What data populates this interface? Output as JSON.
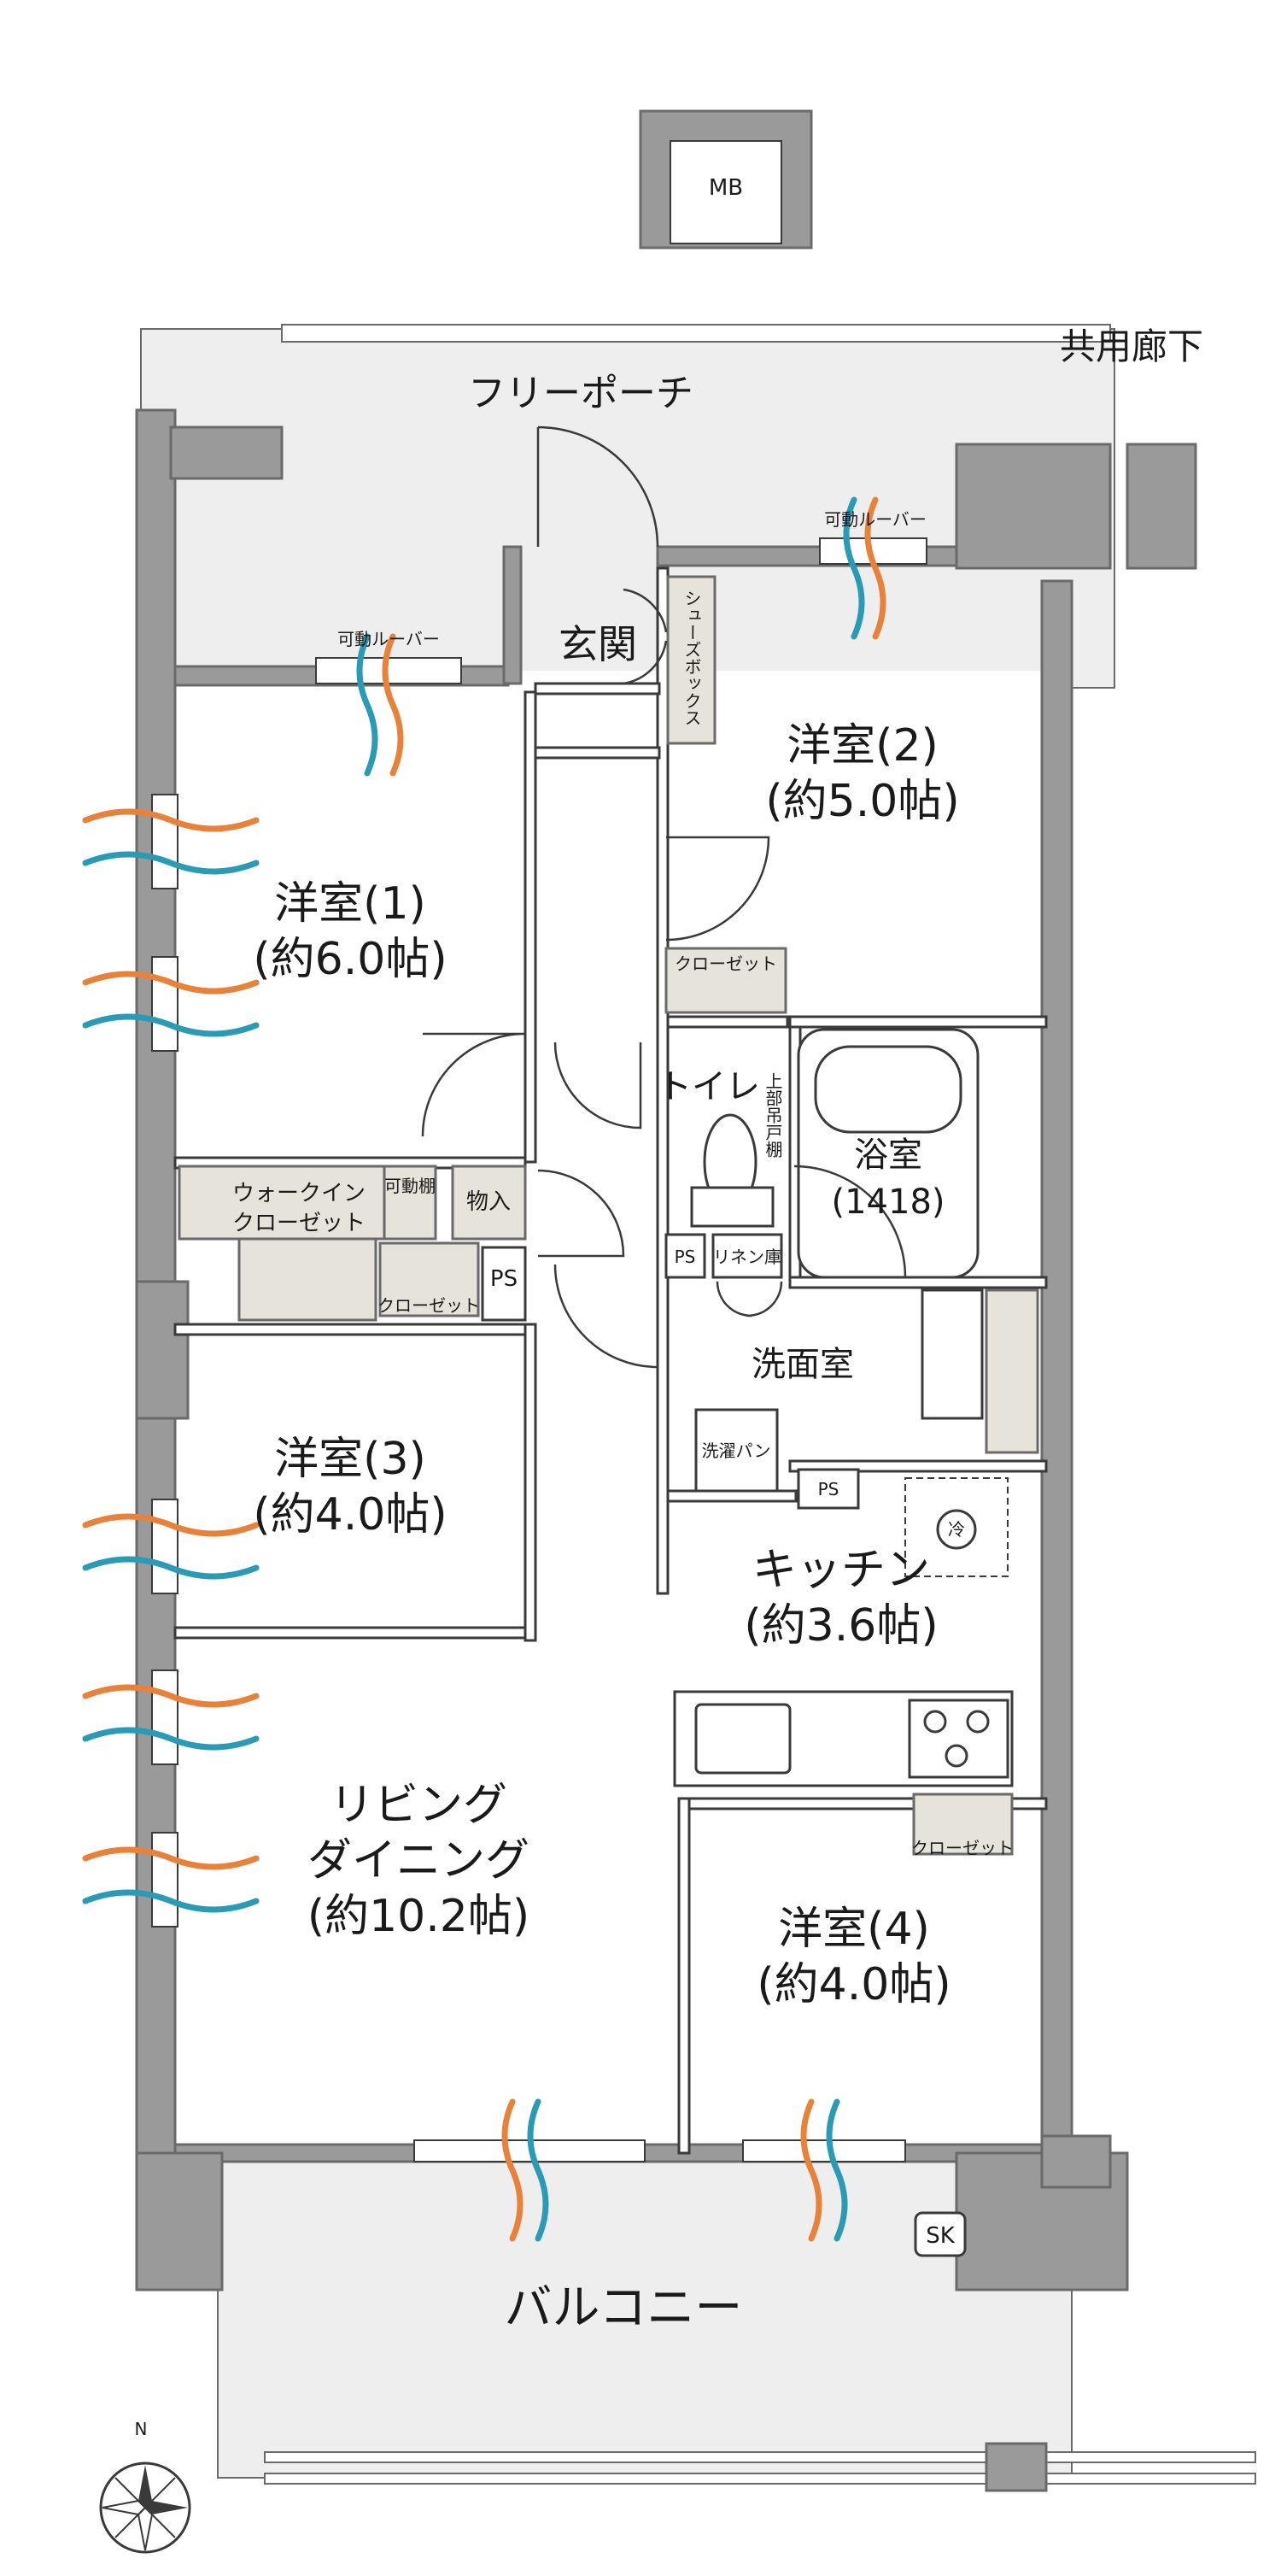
{
  "rooms": {
    "western1_name": "洋室(1)",
    "western1_size": "(約6.0帖)",
    "western2_name": "洋室(2)",
    "western2_size": "(約5.0帖)",
    "western3_name": "洋室(3)",
    "western3_size": "(約4.0帖)",
    "western4_name": "洋室(4)",
    "western4_size": "(約4.0帖)",
    "living_line1": "リビング",
    "living_line2": "ダイニング",
    "living_size": "(約10.2帖)",
    "kitchen_name": "キッチン",
    "kitchen_size": "(約3.6帖)",
    "bath_name": "浴室",
    "bath_size": "(1418)",
    "washroom": "洗面室",
    "toilet": "トイレ",
    "entrance": "玄関"
  },
  "storage": {
    "shoe_box": "シューズボックス",
    "walkin_line1": "ウォークイン",
    "walkin_line2": "クローゼット",
    "movable_shelf": "可動棚",
    "storage": "物入",
    "closet": "クローゼット",
    "linen": "リネン庫",
    "upper_cabinet": "上部吊戸棚",
    "laundry_pan": "洗濯パン",
    "ps": "PS",
    "mb": "MB",
    "sk": "SK",
    "fridge": "冷"
  },
  "exterior": {
    "free_porch": "フリーポーチ",
    "common_corridor": "共用廊下",
    "balcony": "バルコニー",
    "louver": "可動ルーバー",
    "north": "N"
  },
  "colors": {
    "wall": "#9a9a9a",
    "closet": "#e6e3da",
    "outdoor": "#eeeeee",
    "air_orange": "#e8823a",
    "air_blue": "#2a9ab5"
  }
}
